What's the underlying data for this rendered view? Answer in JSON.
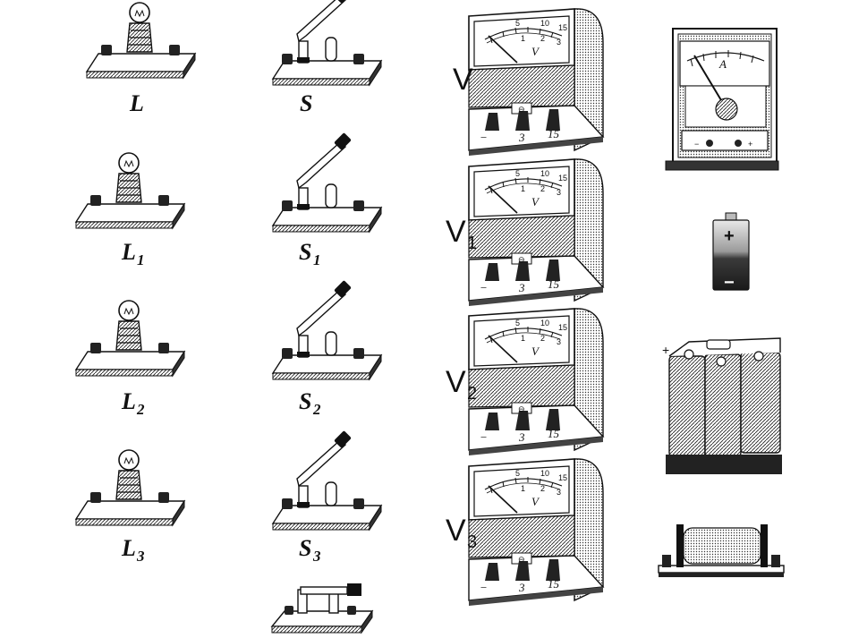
{
  "bulbs": [
    {
      "label": "L",
      "sub": ""
    },
    {
      "label": "L",
      "sub": "1"
    },
    {
      "label": "L",
      "sub": "2"
    },
    {
      "label": "L",
      "sub": "3"
    }
  ],
  "switches": [
    {
      "label": "S",
      "sub": ""
    },
    {
      "label": "S",
      "sub": "1"
    },
    {
      "label": "S",
      "sub": "2"
    },
    {
      "label": "S",
      "sub": "3"
    }
  ],
  "voltmeters": [
    {
      "label": "V",
      "sub": ""
    },
    {
      "label": "V",
      "sub": "1"
    },
    {
      "label": "V",
      "sub": "2"
    },
    {
      "label": "V",
      "sub": "3"
    }
  ],
  "voltmeter_face": {
    "scale_top": [
      "5",
      "10",
      "15"
    ],
    "scale_bottom": [
      "1",
      "2",
      "3"
    ],
    "unit": "V",
    "terminals": [
      "−",
      "3",
      "15"
    ],
    "zero_mark": "⊖"
  },
  "ammeter": {
    "unit": "A",
    "minus": "−",
    "plus": "+"
  },
  "cell": {
    "plus": "+",
    "minus": "−"
  },
  "battery": {
    "plus": "+",
    "minus": "−"
  }
}
